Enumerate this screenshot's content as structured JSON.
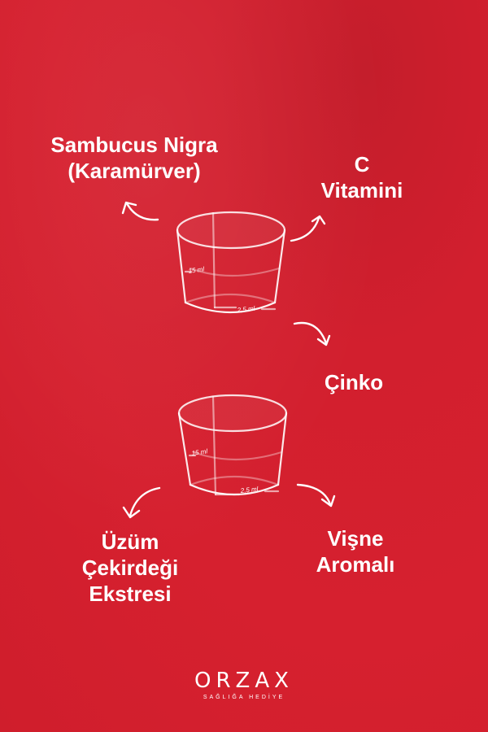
{
  "ingredients": {
    "sambucus": [
      "Sambucus Nigra",
      "(Karamürver)"
    ],
    "vitamin": [
      "C",
      "Vitamini"
    ],
    "cinko": [
      "Çinko"
    ],
    "uzum": [
      "Üzüm",
      "Çekirdeği",
      "Ekstresi"
    ],
    "visne": [
      "Vişne",
      "Aromalı"
    ]
  },
  "cup_marks": {
    "volume_large": "15 ml",
    "volume_small": "2,5 ml"
  },
  "logo": {
    "brand": "ORZAX",
    "tagline": "SAĞLIĞA HEDİYE"
  },
  "colors": {
    "background": "#d21f2e",
    "foreground": "#ffffff"
  }
}
